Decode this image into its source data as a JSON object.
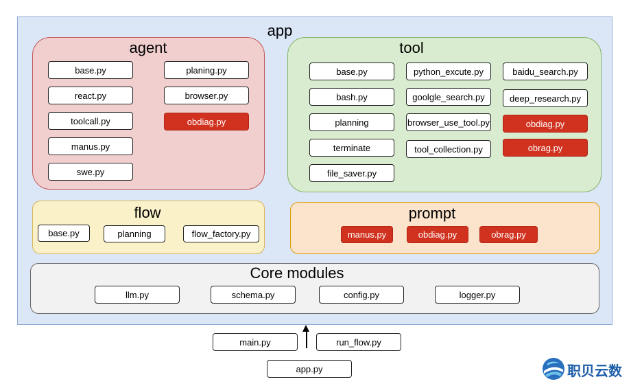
{
  "app": {
    "title": "app"
  },
  "agent": {
    "title": "agent",
    "files": [
      "base.py",
      "react.py",
      "toolcall.py",
      "manus.py",
      "swe.py",
      "planing.py",
      "browser.py",
      "obdiag.py"
    ]
  },
  "tool": {
    "title": "tool",
    "files": [
      "base.py",
      "bash.py",
      "planning",
      "terminate",
      "file_saver.py",
      "python_excute.py",
      "goolgle_search.py",
      "browser_use_tool.py",
      "tool_collection.py",
      "baidu_search.py",
      "deep_research.py",
      "obdiag.py",
      "obrag.py"
    ]
  },
  "flow": {
    "title": "flow",
    "files": [
      "base.py",
      "planning",
      "flow_factory.py"
    ]
  },
  "prompt": {
    "title": "prompt",
    "files": [
      "manus.py",
      "obdiag.py",
      "obrag.py"
    ]
  },
  "core": {
    "title": "Core modules",
    "files": [
      "llm.py",
      "schema.py",
      "config.py",
      "logger.py"
    ]
  },
  "entry": {
    "files": [
      "main.py",
      "run_flow.py",
      "app.py"
    ]
  },
  "logo": {
    "text": "职贝云数"
  },
  "colors": {
    "app_bg": "#dbe6f7",
    "agent_bg": "#f2cfcf",
    "tool_bg": "#d9eccf",
    "flow_bg": "#fbf1c9",
    "prompt_bg": "#fbe3cc",
    "core_bg": "#f2f2f2",
    "highlight": "#d0321f"
  }
}
